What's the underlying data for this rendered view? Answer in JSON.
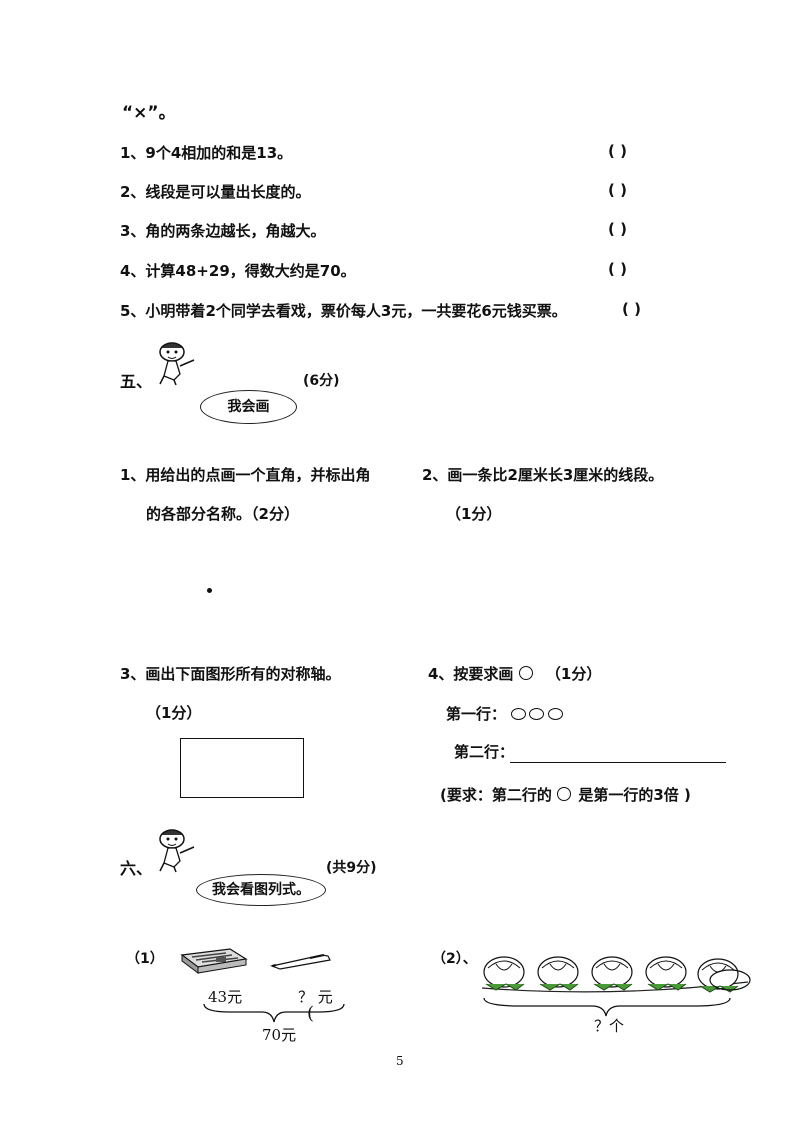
{
  "header_mark": "“×”。",
  "judge_items": [
    {
      "text": "1、9个4相加的和是13。",
      "paren": "(     )"
    },
    {
      "text": "2、线段是可以量出长度的。",
      "paren": "(     )"
    },
    {
      "text": "3、角的两条边越长，角越大。",
      "paren": "(     )"
    },
    {
      "text": "4、计算48+29，得数大约是70。",
      "paren": "(     )"
    },
    {
      "text": "5、小明带着2个同学去看戏，票价每人3元，一共要花6元钱买票。",
      "paren": "(     )"
    }
  ],
  "section5": {
    "number": "五、",
    "score": "(6分)",
    "bubble": "我会画",
    "q1_line1": "1、用给出的点画一个直角，并标出角",
    "q1_line2": "的各部分名称。（2分）",
    "q2_line1": "2、画一条比2厘米长3厘米的线段。",
    "q2_line2": "（1分）",
    "q3_line1": "3、画出下面图形所有的对称轴。",
    "q3_line2": "（1分）",
    "q4_title_pre": "4、按要求画",
    "q4_title_post": "（1分）",
    "row1_label": "第一行：",
    "row2_label": "第二行：",
    "requirement_pre": "(要求：第二行的",
    "requirement_post": "是第一行的3倍 )"
  },
  "section6": {
    "number": "六、",
    "score": "(共9分)",
    "bubble": "我会看图列式。",
    "p1_label": "（1）",
    "p1_price_a": "43元",
    "p1_price_b": "？ 元",
    "p1_paren": "(",
    "p1_total": "70元",
    "p2_label": "（2）、",
    "p2_total": "？个"
  },
  "page_number": "5",
  "icons": [
    "cartoon-character-icon",
    "newspaper-icon",
    "pen-icon",
    "flowers-icon"
  ]
}
